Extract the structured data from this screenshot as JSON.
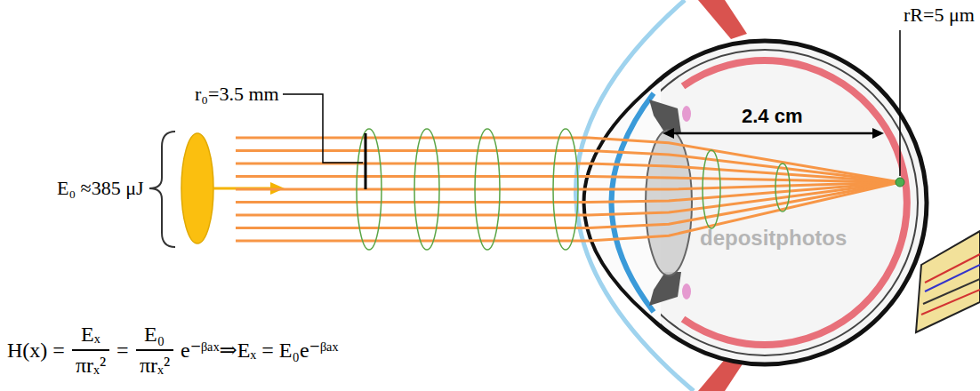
{
  "diagram": {
    "labels": [
      "E₀ ≈385 μJ",
      "r₀=3.5 mm",
      "2.4 cm",
      "rR=5 μm",
      "H(x) =",
      "Eₓ",
      "πrₓ²",
      "=",
      "E₀",
      "πrₓ²",
      "e⁻ᵝᵃˣ⇒Eₓ = E₀e⁻ᵝᵃˣ",
      "depositphotos"
    ]
  }
}
